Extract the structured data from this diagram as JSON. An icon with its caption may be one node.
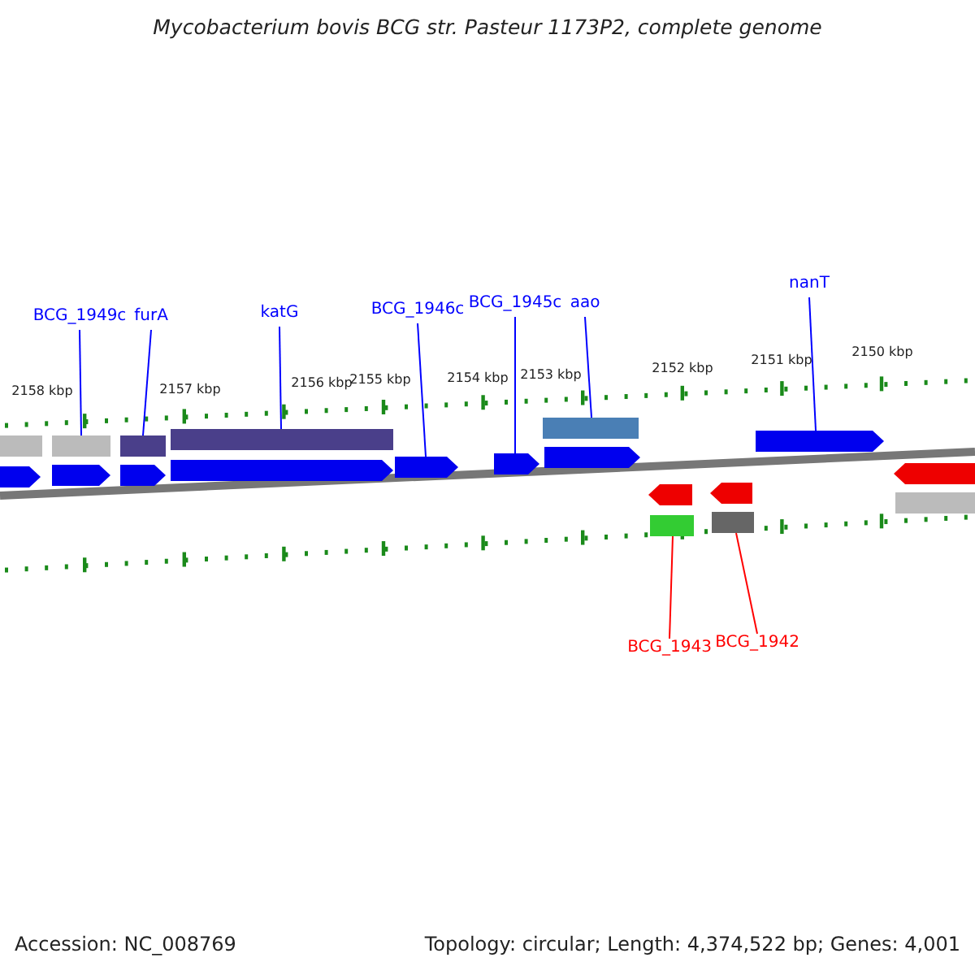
{
  "diagram": {
    "title": "Mycobacterium bovis BCG str. Pasteur 1173P2, complete genome",
    "nodes": [
      {
        "text": [
          "BCG_1949c"
        ]
      },
      {
        "text": [
          "furA"
        ]
      },
      {
        "text": [
          "katG"
        ]
      },
      {
        "text": [
          "BCG_1946c"
        ]
      },
      {
        "text": [
          "BCG_1945c"
        ]
      },
      {
        "text": [
          "aao"
        ]
      },
      {
        "text": [
          "nanT"
        ]
      },
      {
        "text": [
          "BCG_1943"
        ]
      },
      {
        "text": [
          "BCG_1942"
        ]
      },
      {
        "text": [],
        "shape": "bar"
      },
      {
        "text": [],
        "shape": "arrow"
      },
      {
        "text": [],
        "shape": "bar"
      },
      {
        "text": [],
        "shape": "arrow"
      },
      {
        "text": [],
        "shape": "bar"
      },
      {
        "text": [],
        "shape": "arrow"
      },
      {
        "text": [],
        "shape": "bar"
      },
      {
        "text": [],
        "shape": "arrow"
      },
      {
        "text": [],
        "shape": "arrow"
      },
      {
        "text": [],
        "shape": "arrow"
      },
      {
        "text": [],
        "shape": "bar"
      },
      {
        "text": [],
        "shape": "arrow"
      },
      {
        "text": [],
        "shape": "arrow"
      },
      {
        "text": [],
        "shape": "bar"
      },
      {
        "text": [],
        "shape": "arrow"
      },
      {
        "text": [],
        "shape": "bar"
      },
      {
        "text": [],
        "shape": "arrow"
      },
      {
        "text": [],
        "shape": "arrow"
      },
      {
        "text": [],
        "shape": "bar"
      }
    ],
    "edges": [
      {
        "from": 0,
        "to": 11,
        "arrow": "none"
      },
      {
        "from": 1,
        "to": 13,
        "arrow": "none"
      },
      {
        "from": 2,
        "to": 15,
        "arrow": "none"
      },
      {
        "from": 3,
        "to": 17,
        "arrow": "none"
      },
      {
        "from": 4,
        "to": 18,
        "arrow": "none"
      },
      {
        "from": 5,
        "to": 19,
        "arrow": "none"
      },
      {
        "from": 6,
        "to": 25,
        "arrow": "none"
      },
      {
        "from": 7,
        "to": 22,
        "arrow": "none",
        "color": "#ff0000"
      },
      {
        "from": 8,
        "to": 24,
        "arrow": "none",
        "color": "#ff0000"
      }
    ],
    "labels": [
      "2158 kbp",
      "2157 kbp",
      "2156 kbp",
      "2155 kbp",
      "2154 kbp",
      "2153 kbp",
      "2152 kbp",
      "2151 kbp",
      "2150 kbp",
      "Accession: NC_008769",
      "Topology: circular; Length: 4,374,522 bp; Genes: 4,001"
    ]
  }
}
